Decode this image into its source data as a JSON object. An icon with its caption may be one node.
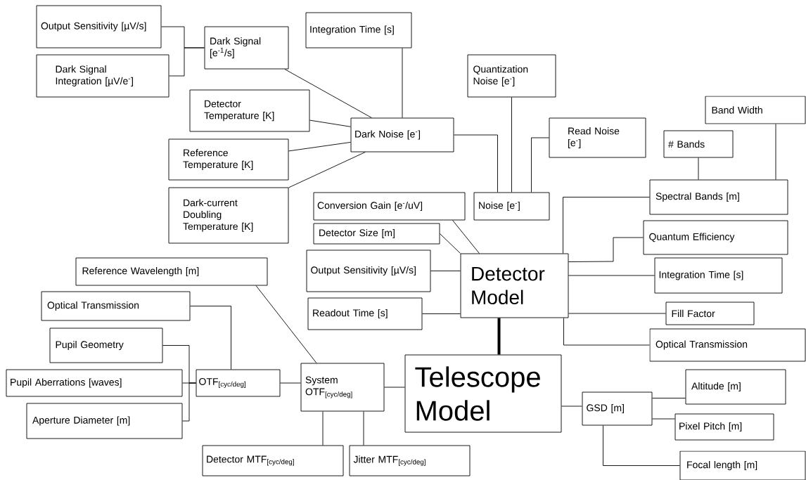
{
  "diagram": {
    "nodes": [
      {
        "text": [
          "Output Sensitivity [µV/s]"
        ]
      },
      {
        "text": [
          "Dark Signal Integration [µV/e$^{-}$]"
        ]
      },
      {
        "text": [
          "Dark Signal [e$^{-1}$/s]"
        ]
      },
      {
        "text": [
          "Integration Time [s]"
        ]
      },
      {
        "text": [
          "Detector Temperature [K]"
        ]
      },
      {
        "text": [
          "Reference Temperature [K]"
        ]
      },
      {
        "text": [
          "Dark-current Doubling Temperature [K]"
        ]
      },
      {
        "text": [
          "Dark Noise [e$^{-}$]"
        ]
      },
      {
        "text": [
          "Quantization Noise [e$^{-}$]"
        ]
      },
      {
        "text": [
          "Read Noise [e$^{-}$]"
        ]
      },
      {
        "text": [
          "Band Width"
        ]
      },
      {
        "text": [
          "# Bands"
        ]
      },
      {
        "text": [
          "Spectral Bands [m]"
        ]
      },
      {
        "text": [
          "Conversion Gain [e$^{-}$/uV]"
        ]
      },
      {
        "text": [
          "Noise [e$^{-}$]"
        ]
      },
      {
        "text": [
          "Detector Size [m]"
        ]
      },
      {
        "text": [
          "Output Sensitivity [µV/s]"
        ]
      },
      {
        "text": [
          "Detector Model"
        ]
      },
      {
        "text": [
          "Quantum Efficiency"
        ]
      },
      {
        "text": [
          "Integration Time [s]"
        ]
      },
      {
        "text": [
          "Readout Time [s]"
        ]
      },
      {
        "text": [
          "Fill Factor"
        ]
      },
      {
        "text": [
          "Optical Transmission"
        ]
      },
      {
        "text": [
          "Reference Wavelength [m]"
        ]
      },
      {
        "text": [
          "Optical Transmission"
        ]
      },
      {
        "text": [
          "Pupil Geometry"
        ]
      },
      {
        "text": [
          "Pupil Aberrations [waves]"
        ]
      },
      {
        "text": [
          "OTF$_{[cyc/deg]}$"
        ]
      },
      {
        "text": [
          "System OTF$_{[cyc/deg]}$"
        ]
      },
      {
        "text": [
          "Telescope Model"
        ]
      },
      {
        "text": [
          "Aperture Diameter [m]"
        ]
      },
      {
        "text": [
          "GSD [m]"
        ]
      },
      {
        "text": [
          "Altitude [m]"
        ]
      },
      {
        "text": [
          "Pixel Pitch [m]"
        ]
      },
      {
        "text": [
          "Detector MTF$_{[cyc/deg]}$"
        ]
      },
      {
        "text": [
          "Jitter MTF$_{[cyc/deg]}$"
        ]
      },
      {
        "text": [
          "Focal length [m]"
        ]
      }
    ],
    "edges": [
      {
        "from": 0,
        "to": 2,
        "arrow": "none"
      },
      {
        "from": 1,
        "to": 2,
        "arrow": "none"
      },
      {
        "from": 2,
        "to": 7,
        "arrow": "none"
      },
      {
        "from": 3,
        "to": 7,
        "arrow": "none"
      },
      {
        "from": 4,
        "to": 7,
        "arrow": "none"
      },
      {
        "from": 5,
        "to": 7,
        "arrow": "none"
      },
      {
        "from": 6,
        "to": 7,
        "arrow": "none"
      },
      {
        "from": 7,
        "to": 14,
        "arrow": "none"
      },
      {
        "from": 8,
        "to": 14,
        "arrow": "none"
      },
      {
        "from": 9,
        "to": 14,
        "arrow": "none"
      },
      {
        "from": 10,
        "to": 12,
        "arrow": "none"
      },
      {
        "from": 11,
        "to": 12,
        "arrow": "none"
      },
      {
        "from": 12,
        "to": 17,
        "arrow": "none"
      },
      {
        "from": 13,
        "to": 17,
        "arrow": "none"
      },
      {
        "from": 15,
        "to": 17,
        "arrow": "none"
      },
      {
        "from": 16,
        "to": 17,
        "arrow": "none"
      },
      {
        "from": 20,
        "to": 17,
        "arrow": "none"
      },
      {
        "from": 18,
        "to": 17,
        "arrow": "none"
      },
      {
        "from": 19,
        "to": 17,
        "arrow": "none"
      },
      {
        "from": 21,
        "to": 17,
        "arrow": "none"
      },
      {
        "from": 22,
        "to": 17,
        "arrow": "none"
      },
      {
        "from": 17,
        "to": 29,
        "arrow": "none",
        "style": "thick"
      },
      {
        "from": 28,
        "to": 29,
        "arrow": "none"
      },
      {
        "from": 27,
        "to": 28,
        "arrow": "none"
      },
      {
        "from": 24,
        "to": 27,
        "arrow": "none"
      },
      {
        "from": 25,
        "to": 27,
        "arrow": "none"
      },
      {
        "from": 26,
        "to": 27,
        "arrow": "none"
      },
      {
        "from": 30,
        "to": 27,
        "arrow": "none"
      },
      {
        "from": 23,
        "to": 28,
        "arrow": "none"
      },
      {
        "from": 28,
        "to": 34,
        "arrow": "none"
      },
      {
        "from": 28,
        "to": 35,
        "arrow": "none"
      },
      {
        "from": 29,
        "to": 31,
        "arrow": "none"
      },
      {
        "from": 31,
        "to": 32,
        "arrow": "none"
      },
      {
        "from": 31,
        "to": 33,
        "arrow": "none"
      },
      {
        "from": 31,
        "to": 36,
        "arrow": "none"
      }
    ]
  }
}
